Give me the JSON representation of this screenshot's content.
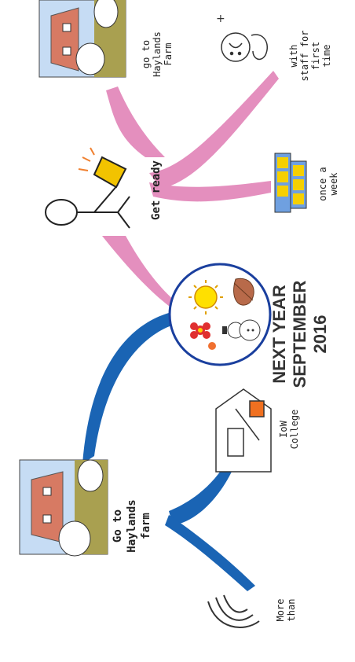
{
  "center": {
    "lines": [
      "NEXT YEAR",
      "SEPTEMBER",
      "2016"
    ]
  },
  "nodes": {
    "get_ready": "Get ready",
    "go_to_haylands_farm_top": [
      "go to",
      "Haylands",
      "Farm"
    ],
    "with_staff": [
      "with",
      "staff for",
      "first",
      "time"
    ],
    "once_a_week": [
      "once a",
      "week"
    ],
    "go_to_haylands_farm_bottom": [
      "Go to",
      "Haylands",
      "farm"
    ],
    "iow_college": [
      "IoW",
      "College"
    ],
    "more_than": [
      "More",
      "than"
    ]
  },
  "colors": {
    "pink_branch": "#e48fbe",
    "blue_branch": "#1a64b4",
    "sky": "#c6dcf4",
    "grass": "#a9a050",
    "farm_wall": "#d77a63",
    "sun": "#ffe000",
    "calendar": "#f5d000",
    "calendar_cell": "#6fa0e0",
    "folder": "#f2c300"
  }
}
